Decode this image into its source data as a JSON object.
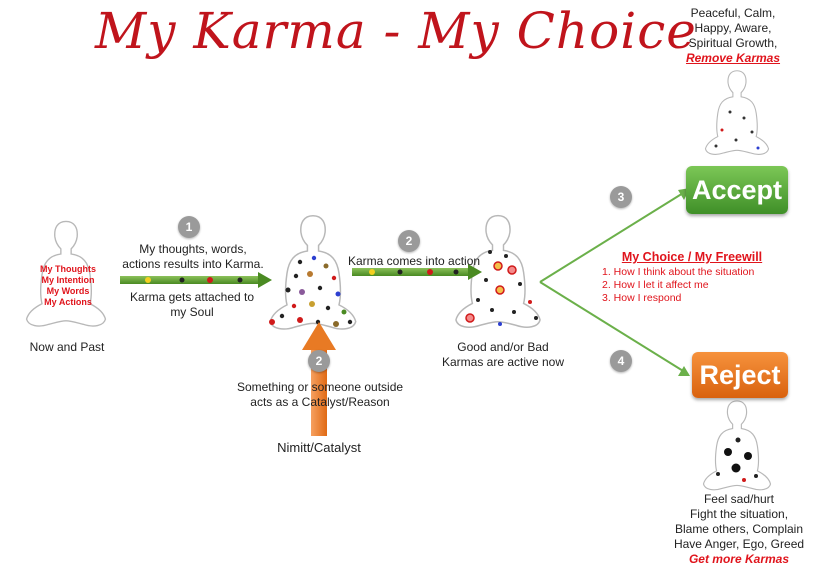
{
  "title": "My Karma - My Choice",
  "person_left": {
    "lines": [
      "My Thoughts",
      "My Intention",
      "My Words",
      "My Actions"
    ],
    "caption": "Now and Past"
  },
  "step1": {
    "number": "1",
    "above": [
      "My thoughts, words,",
      "actions results into Karma."
    ],
    "below": [
      "Karma gets attached to",
      "my Soul"
    ]
  },
  "step2_right": {
    "number": "2",
    "label": "Karma comes into action"
  },
  "step2_bottom": {
    "number": "2",
    "text": [
      "Something or someone outside",
      "acts as a Catalyst/Reason"
    ],
    "label": "Nimitt/Catalyst"
  },
  "active_caption": [
    "Good and/or Bad",
    "Karmas are active now"
  ],
  "choice": {
    "heading": "My Choice / My Freewill",
    "items": [
      "1. How I think about the situation",
      "2. How I let it affect me",
      "3. How I respond"
    ]
  },
  "accept": {
    "number": "3",
    "label": "Accept",
    "outcome": [
      "Peaceful, Calm,",
      "Happy, Aware,",
      "Spiritual Growth,"
    ],
    "result": "Remove Karmas"
  },
  "reject": {
    "number": "4",
    "label": "Reject",
    "outcome": [
      "Feel sad/hurt",
      "Fight the situation,",
      "Blame others, Complain",
      "Have Anger, Ego, Greed"
    ],
    "result": "Get more Karmas"
  },
  "colors": {
    "title": "#c0141c",
    "accent_red": "#e0141c",
    "accept_green": "#4ea832",
    "reject_orange": "#ee7a24",
    "arrow_green": "#5a9e2f",
    "catalyst_orange": "#ee7a24",
    "badge_gray": "#9a9a9a"
  }
}
